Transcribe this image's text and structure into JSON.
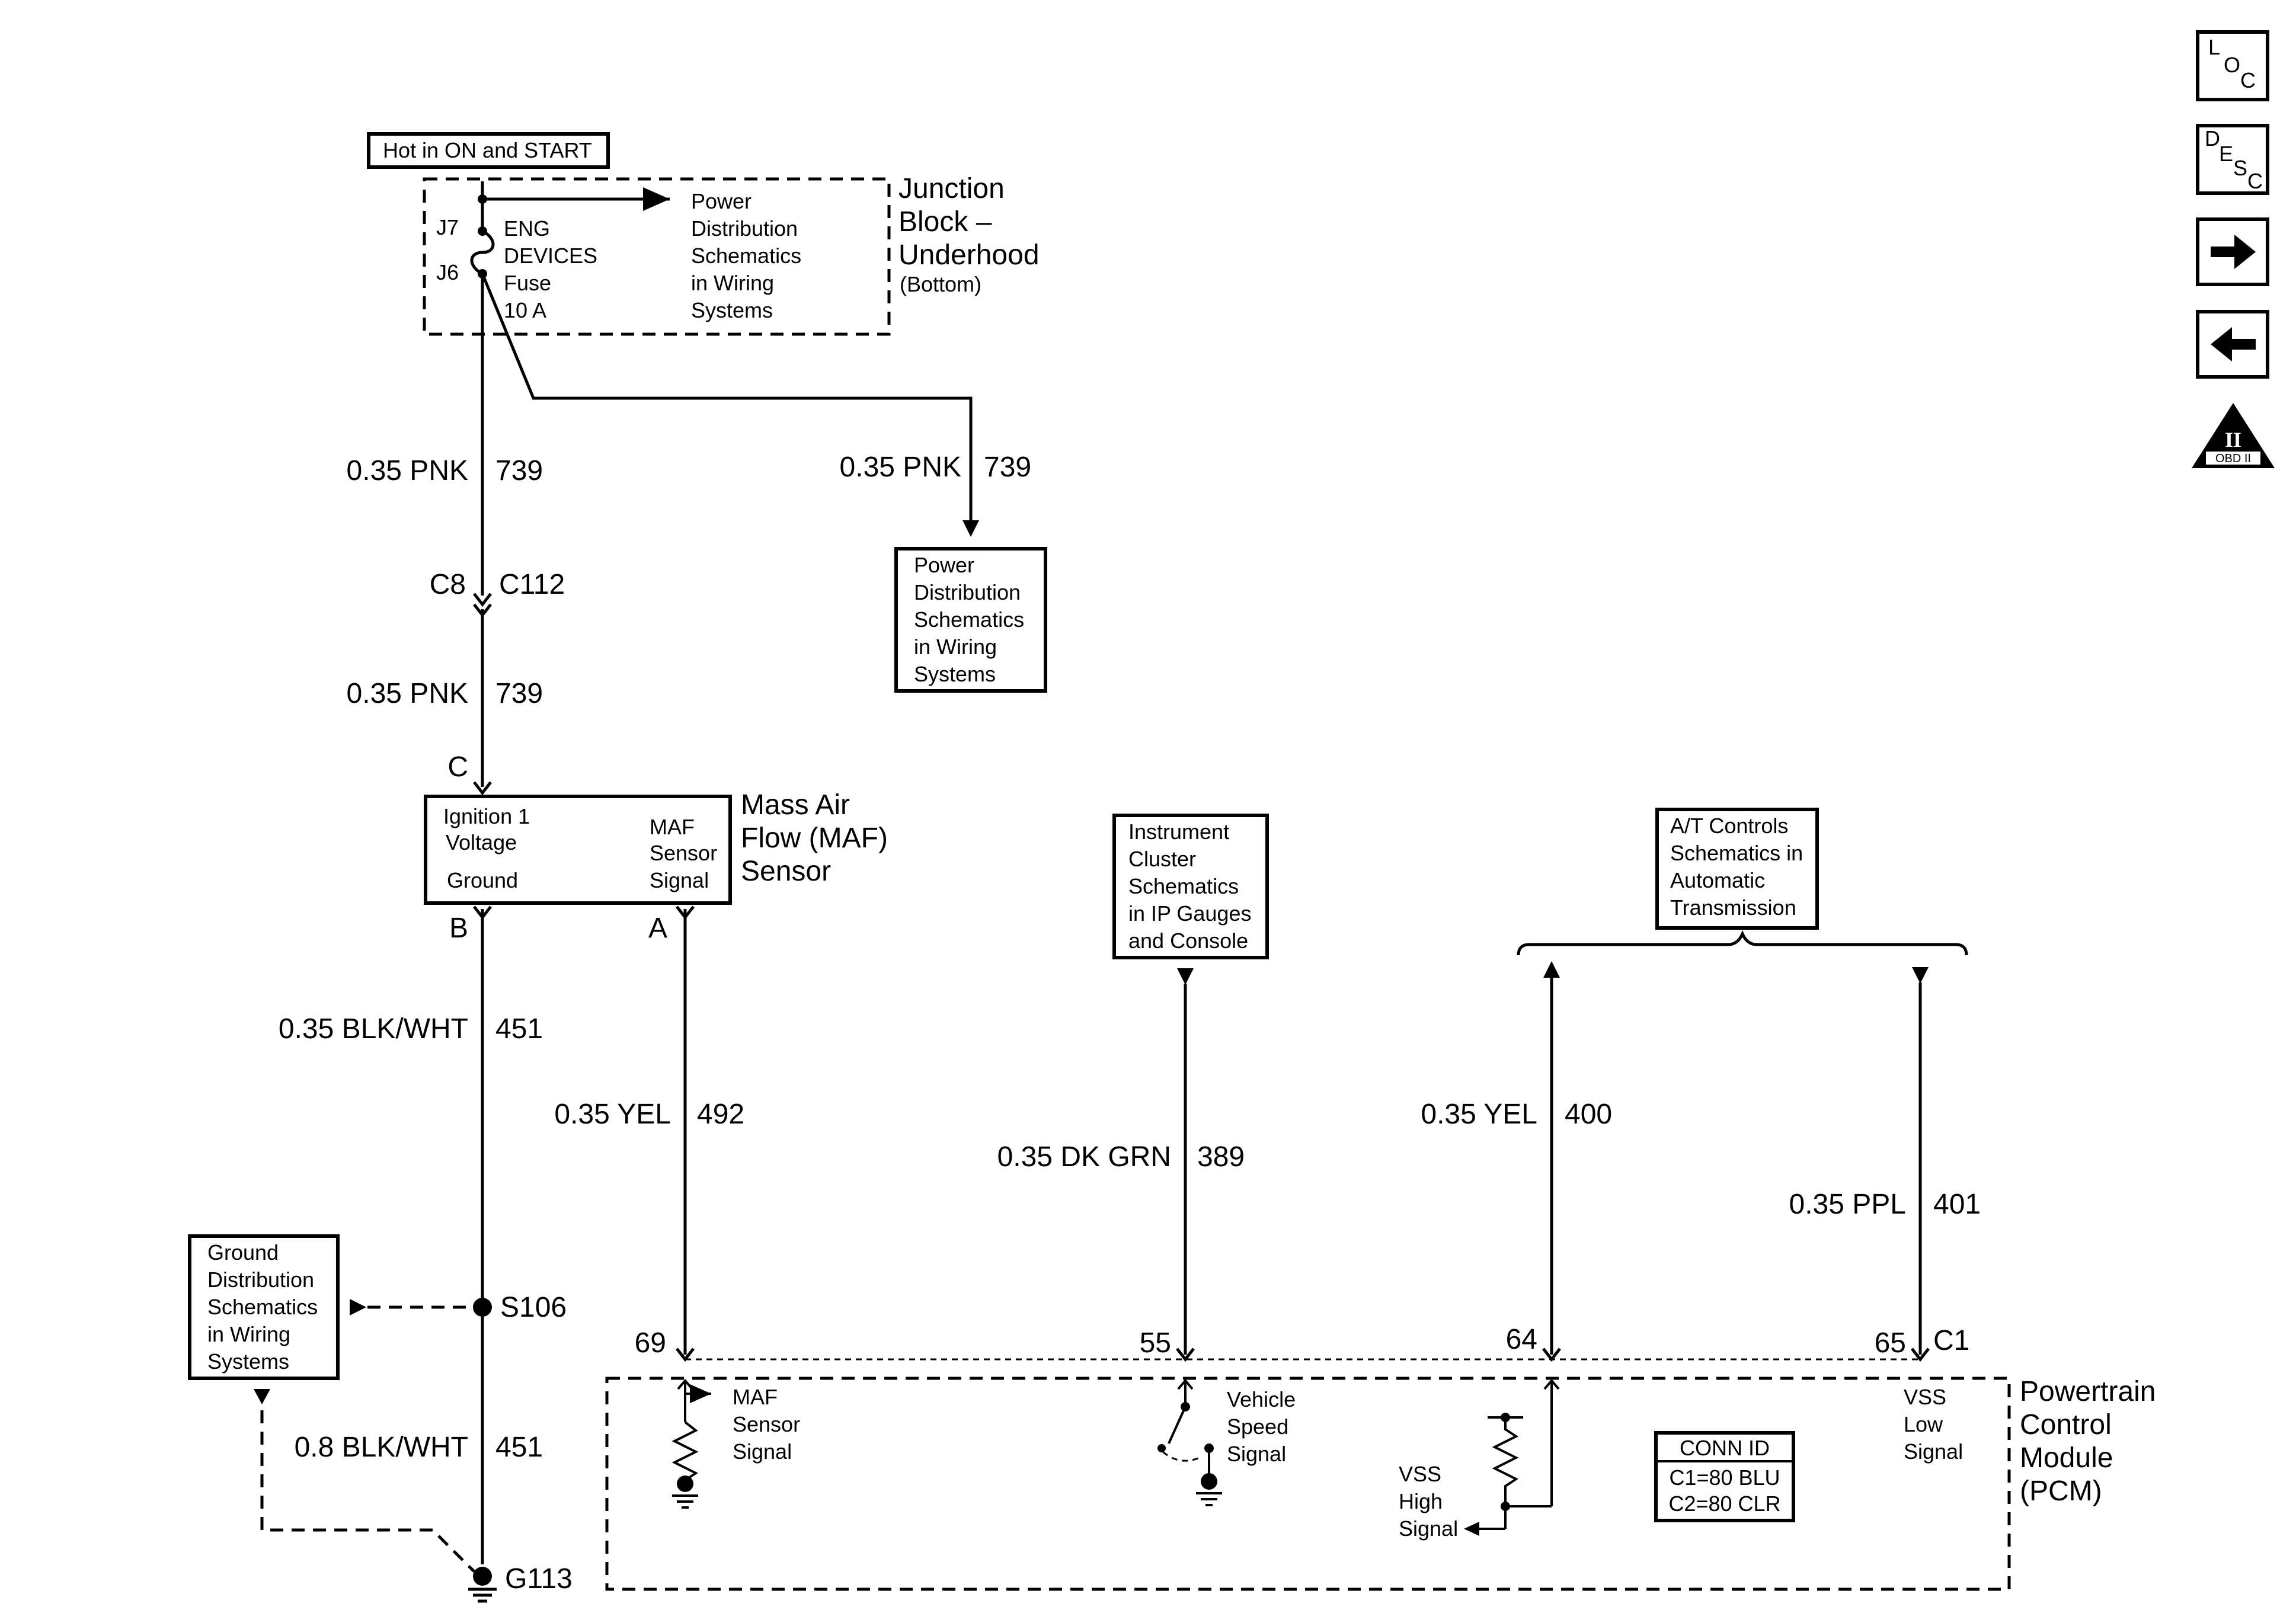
{
  "colors": {
    "line": "#000000",
    "background": "#ffffff"
  },
  "power_source": {
    "label": "Hot in ON and START"
  },
  "junction_block": {
    "name_lines": [
      "Junction",
      "Block –",
      "Underhood"
    ],
    "position_note": "(Bottom)",
    "terminal_top": "J7",
    "terminal_bottom": "J6",
    "fuse_lines": [
      "ENG",
      "DEVICES",
      "Fuse",
      "10 A"
    ],
    "power_ref_lines": [
      "Power",
      "Distribution",
      "Schematics",
      "in Wiring",
      "Systems"
    ]
  },
  "wires": {
    "pnk_upper": {
      "gauge_color": "0.35 PNK",
      "circuit": "739"
    },
    "pnk_branch": {
      "gauge_color": "0.35 PNK",
      "circuit": "739"
    },
    "pnk_lower": {
      "gauge_color": "0.35 PNK",
      "circuit": "739"
    },
    "blk_wht_upper": {
      "gauge_color": "0.35 BLK/WHT",
      "circuit": "451"
    },
    "blk_wht_lower": {
      "gauge_color": "0.8 BLK/WHT",
      "circuit": "451"
    },
    "yel_492": {
      "gauge_color": "0.35 YEL",
      "circuit": "492"
    },
    "dk_grn_389": {
      "gauge_color": "0.35 DK GRN",
      "circuit": "389"
    },
    "yel_400": {
      "gauge_color": "0.35 YEL",
      "circuit": "400"
    },
    "ppl_401": {
      "gauge_color": "0.35 PPL",
      "circuit": "401"
    }
  },
  "power_dist_ref": {
    "lines": [
      "Power",
      "Distribution",
      "Schematics",
      "in Wiring",
      "Systems"
    ]
  },
  "connector_c8_c112": {
    "left": "C8",
    "right": "C112"
  },
  "maf_sensor": {
    "name_lines": [
      "Mass Air",
      "Flow (MAF)",
      "Sensor"
    ],
    "pin_c": "C",
    "pin_b": "B",
    "pin_a": "A",
    "ignition_lines": [
      "Ignition 1",
      "Voltage"
    ],
    "ground_label": "Ground",
    "signal_lines": [
      "MAF",
      "Sensor",
      "Signal"
    ]
  },
  "ground_dist_ref": {
    "lines": [
      "Ground",
      "Distribution",
      "Schematics",
      "in Wiring",
      "Systems"
    ]
  },
  "splice": {
    "label": "S106"
  },
  "ground": {
    "label": "G113"
  },
  "instrument_ref": {
    "lines": [
      "Instrument",
      "Cluster",
      "Schematics",
      "in IP Gauges",
      "and Console"
    ]
  },
  "at_controls_ref": {
    "lines": [
      "A/T Controls",
      "Schematics in",
      "Automatic",
      "Transmission"
    ]
  },
  "pcm": {
    "name_lines": [
      "Powertrain",
      "Control",
      "Module",
      "(PCM)"
    ],
    "pins": {
      "p69": "69",
      "p55": "55",
      "p64": "64",
      "p65": "65",
      "connector": "C1"
    },
    "maf_signal_lines": [
      "MAF",
      "Sensor",
      "Signal"
    ],
    "vss_lines": [
      "Vehicle",
      "Speed",
      "Signal"
    ],
    "vss_high_lines": [
      "VSS",
      "High",
      "Signal"
    ],
    "vss_low_lines": [
      "VSS",
      "Low",
      "Signal"
    ],
    "conn_id": {
      "title": "CONN ID",
      "lines": [
        "C1=80 BLU",
        "C2=80 CLR"
      ]
    }
  },
  "nav": {
    "loc": {
      "letters": [
        "L",
        "O",
        "C"
      ]
    },
    "desc": {
      "letters": [
        "D",
        "E",
        "S",
        "C"
      ]
    },
    "forward_icon": "right-arrow-icon",
    "back_icon": "left-arrow-icon",
    "obd": {
      "numeral": "II",
      "label": "OBD II"
    }
  }
}
